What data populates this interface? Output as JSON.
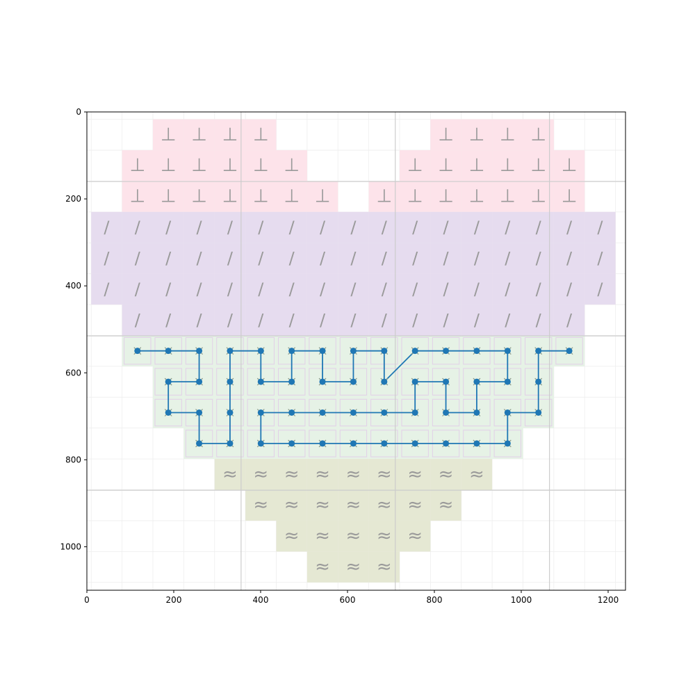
{
  "chart_data": {
    "type": "grid-path",
    "x_ticks": [
      0,
      200,
      400,
      600,
      800,
      1000,
      1200
    ],
    "y_ticks": [
      0,
      200,
      400,
      600,
      800,
      1000
    ],
    "xlim": [
      0,
      1240
    ],
    "ylim": [
      1100,
      0
    ],
    "cell_size": 71,
    "colors": {
      "pink": "#fde3ea",
      "lavender": "#e6dcef",
      "green": "#e6f2e6",
      "olive": "#e5e8d3",
      "path": "#1f77b4",
      "major_grid": "#cccccc",
      "minor_grid": "#eeeeee"
    },
    "regions": [
      {
        "name": "pink",
        "symbol": "⊥",
        "rows": [
          {
            "r": 0,
            "cols": [
              2,
              3,
              4,
              5,
              11,
              12,
              13,
              14
            ]
          },
          {
            "r": 1,
            "cols": [
              1,
              2,
              3,
              4,
              5,
              6,
              10,
              11,
              12,
              13,
              14,
              15
            ]
          },
          {
            "r": 2,
            "cols": [
              1,
              2,
              3,
              4,
              5,
              6,
              7,
              9,
              10,
              11,
              12,
              13,
              14,
              15
            ]
          }
        ]
      },
      {
        "name": "lavender",
        "symbol": "/",
        "rows": [
          {
            "r": 3,
            "cols": [
              0,
              1,
              2,
              3,
              4,
              5,
              6,
              7,
              8,
              9,
              10,
              11,
              12,
              13,
              14,
              15,
              16
            ]
          },
          {
            "r": 4,
            "cols": [
              0,
              1,
              2,
              3,
              4,
              5,
              6,
              7,
              8,
              9,
              10,
              11,
              12,
              13,
              14,
              15,
              16
            ]
          },
          {
            "r": 5,
            "cols": [
              0,
              1,
              2,
              3,
              4,
              5,
              6,
              7,
              8,
              9,
              10,
              11,
              12,
              13,
              14,
              15,
              16
            ]
          },
          {
            "r": 6,
            "cols": [
              1,
              2,
              3,
              4,
              5,
              6,
              7,
              8,
              9,
              10,
              11,
              12,
              13,
              14,
              15
            ]
          }
        ]
      },
      {
        "name": "green",
        "symbol": "",
        "rows": [
          {
            "r": 7,
            "cols": [
              1,
              2,
              3,
              4,
              5,
              6,
              7,
              8,
              9,
              10,
              11,
              12,
              13,
              14,
              15
            ]
          },
          {
            "r": 8,
            "cols": [
              2,
              3,
              4,
              5,
              6,
              7,
              8,
              9,
              10,
              11,
              12,
              13,
              14
            ]
          },
          {
            "r": 9,
            "cols": [
              2,
              3,
              4,
              5,
              6,
              7,
              8,
              9,
              10,
              11,
              12,
              13,
              14
            ]
          },
          {
            "r": 10,
            "cols": [
              3,
              4,
              5,
              6,
              7,
              8,
              9,
              10,
              11,
              12,
              13
            ]
          }
        ]
      },
      {
        "name": "olive",
        "symbol": "≈",
        "rows": [
          {
            "r": 11,
            "cols": [
              4,
              5,
              6,
              7,
              8,
              9,
              10,
              11,
              12
            ]
          },
          {
            "r": 12,
            "cols": [
              5,
              6,
              7,
              8,
              9,
              10,
              11
            ]
          },
          {
            "r": 13,
            "cols": [
              6,
              7,
              8,
              9,
              10
            ]
          },
          {
            "r": 14,
            "cols": [
              7,
              8,
              9
            ]
          }
        ]
      }
    ],
    "path": [
      [
        1,
        7
      ],
      [
        2,
        7
      ],
      [
        3,
        7
      ],
      [
        3,
        8
      ],
      [
        2,
        8
      ],
      [
        2,
        9
      ],
      [
        3,
        9
      ],
      [
        3,
        10
      ],
      [
        4,
        10
      ],
      [
        4,
        9
      ],
      [
        4,
        8
      ],
      [
        4,
        7
      ],
      [
        5,
        7
      ],
      [
        5,
        8
      ],
      [
        6,
        8
      ],
      [
        6,
        7
      ],
      [
        7,
        7
      ],
      [
        7,
        8
      ],
      [
        8,
        8
      ],
      [
        8,
        7
      ],
      [
        9,
        7
      ],
      [
        9,
        8
      ],
      [
        10,
        7
      ],
      [
        11,
        7
      ],
      [
        12,
        7
      ],
      [
        13,
        7
      ],
      [
        13,
        8
      ],
      [
        12,
        8
      ],
      [
        12,
        9
      ],
      [
        11,
        9
      ],
      [
        11,
        8
      ],
      [
        10,
        8
      ],
      [
        10,
        9
      ],
      [
        9,
        9
      ],
      [
        8,
        9
      ],
      [
        7,
        9
      ],
      [
        6,
        9
      ],
      [
        5,
        9
      ],
      [
        5,
        10
      ],
      [
        6,
        10
      ],
      [
        7,
        10
      ],
      [
        8,
        10
      ],
      [
        9,
        10
      ],
      [
        10,
        10
      ],
      [
        11,
        10
      ],
      [
        12,
        10
      ],
      [
        13,
        10
      ],
      [
        13,
        9
      ],
      [
        14,
        9
      ],
      [
        14,
        8
      ],
      [
        14,
        7
      ],
      [
        15,
        7
      ]
    ]
  }
}
